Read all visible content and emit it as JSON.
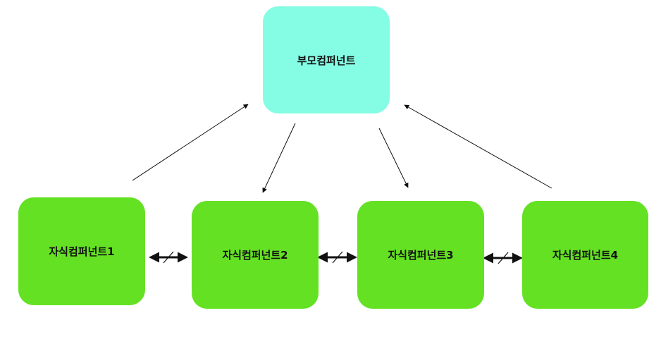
{
  "colors": {
    "parent_fill": "#84fde4",
    "child_fill": "#64e123",
    "edge": "#111111"
  },
  "nodes": {
    "parent": {
      "label": "부모컴퍼넌트"
    },
    "child1": {
      "label": "자식컴퍼넌트1"
    },
    "child2": {
      "label": "자식컴퍼넌트2"
    },
    "child3": {
      "label": "자식컴퍼넌트3"
    },
    "child4": {
      "label": "자식컴퍼넌트4"
    }
  },
  "edges": [
    {
      "from": "child1",
      "to": "parent",
      "kind": "directed"
    },
    {
      "from": "parent",
      "to": "child2",
      "kind": "directed"
    },
    {
      "from": "parent",
      "to": "child3",
      "kind": "directed"
    },
    {
      "from": "child4",
      "to": "parent",
      "kind": "directed"
    },
    {
      "from": "child1",
      "to": "child2",
      "kind": "blocked-bidirectional"
    },
    {
      "from": "child2",
      "to": "child3",
      "kind": "blocked-bidirectional"
    },
    {
      "from": "child3",
      "to": "child4",
      "kind": "blocked-bidirectional"
    }
  ]
}
